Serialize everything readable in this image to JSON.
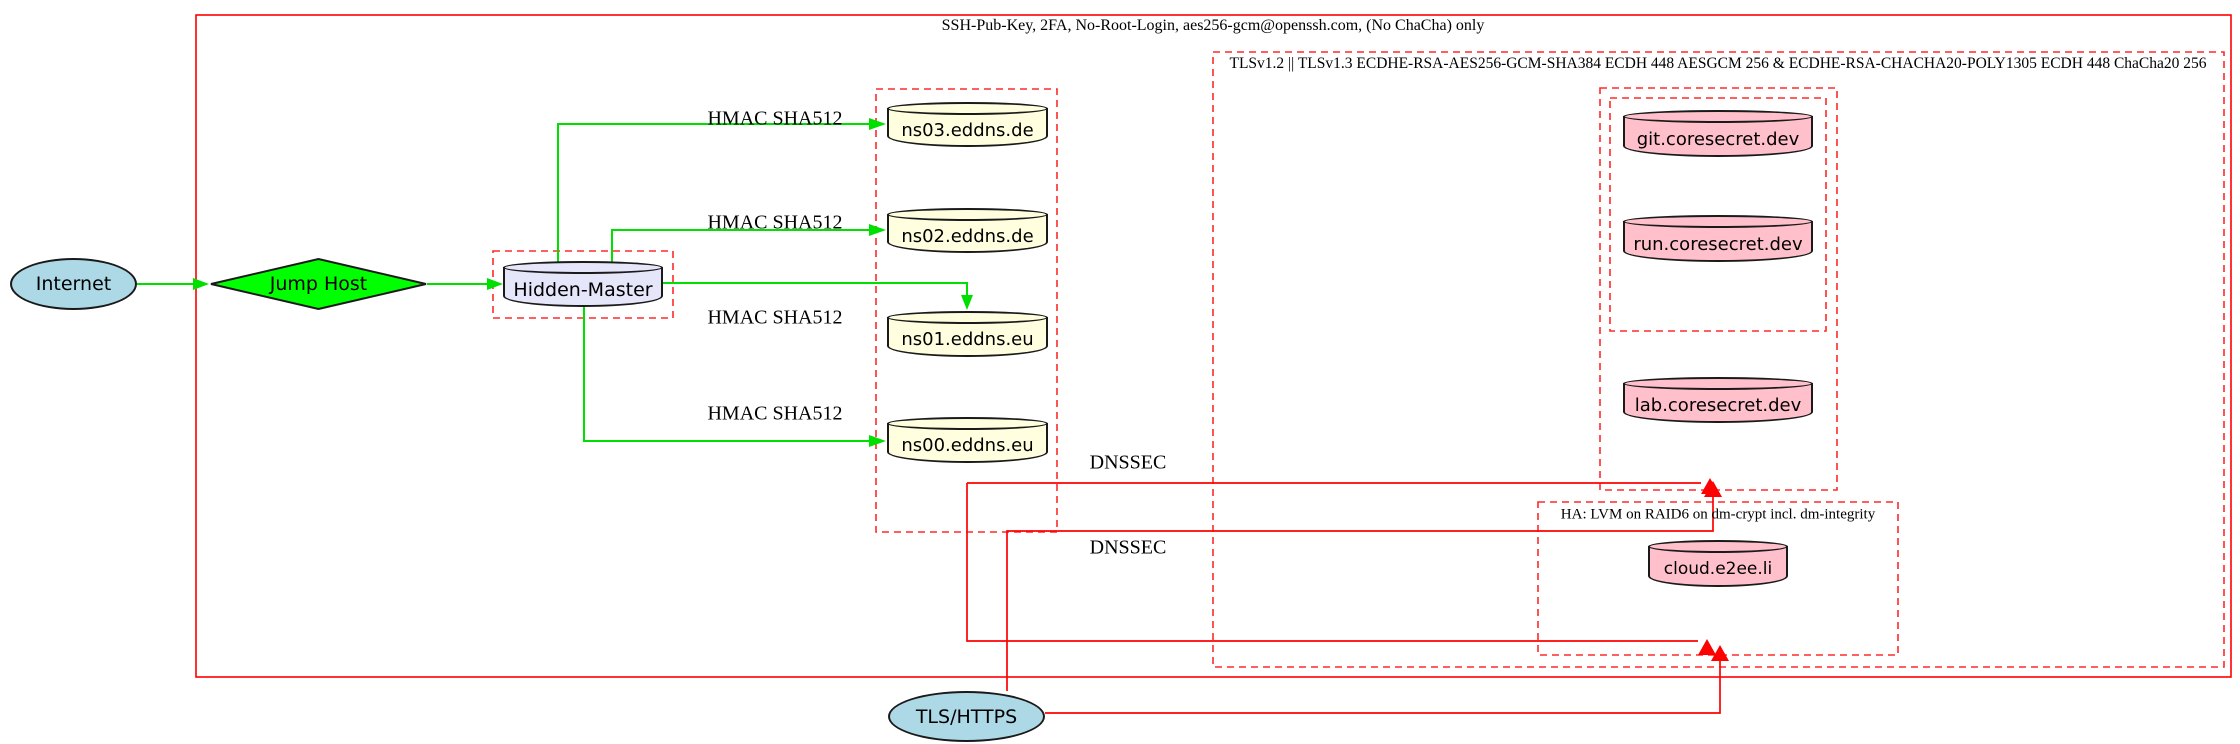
{
  "diagram_type": "network-security-topology",
  "colors": {
    "edge_secure_green": "#00ff00",
    "edge_tls_red": "#ff0000",
    "cluster_border_red": "#ff2a2a",
    "node_internet_fill": "#add8e6",
    "node_jumphost_fill": "#00ff00",
    "node_hidden_master_fill": "#e6e6fa",
    "node_dns_fill": "#ffffe0",
    "node_server_fill": "#ffc0cb",
    "background": "#ffffff"
  },
  "clusters": {
    "ssh": {
      "label": "SSH-Pub-Key, 2FA, No-Root-Login, aes256-gcm@openssh.com, (No ChaCha) only"
    },
    "tls": {
      "label": "TLSv1.2 || TLSv1.3 ECDHE-RSA-AES256-GCM-SHA384 ECDH 448 AESGCM 256 & ECDHE-RSA-CHACHA20-POLY1305 ECDH 448 ChaCha20 256"
    },
    "ha": {
      "label": "HA: LVM on RAID6 on dm-crypt incl. dm-integrity"
    }
  },
  "nodes": {
    "internet": {
      "label": "Internet",
      "shape": "ellipse",
      "fill": "#add8e6"
    },
    "jump_host": {
      "label": "Jump Host",
      "shape": "diamond",
      "fill": "#00ff00"
    },
    "hidden_master": {
      "label": "Hidden-Master",
      "shape": "cylinder",
      "fill": "#e6e6fa"
    },
    "ns03": {
      "label": "ns03.eddns.de",
      "shape": "cylinder",
      "fill": "#ffffe0"
    },
    "ns02": {
      "label": "ns02.eddns.de",
      "shape": "cylinder",
      "fill": "#ffffe0"
    },
    "ns01": {
      "label": "ns01.eddns.eu",
      "shape": "cylinder",
      "fill": "#ffffe0"
    },
    "ns00": {
      "label": "ns00.eddns.eu",
      "shape": "cylinder",
      "fill": "#ffffe0"
    },
    "git": {
      "label": "git.coresecret.dev",
      "shape": "cylinder",
      "fill": "#ffc0cb"
    },
    "run": {
      "label": "run.coresecret.dev",
      "shape": "cylinder",
      "fill": "#ffc0cb"
    },
    "lab": {
      "label": "lab.coresecret.dev",
      "shape": "cylinder",
      "fill": "#ffc0cb"
    },
    "cloud": {
      "label": "cloud.e2ee.li",
      "shape": "cylinder",
      "fill": "#ffc0cb"
    },
    "tls_https": {
      "label": "TLS/HTTPS",
      "shape": "ellipse",
      "fill": "#add8e6"
    }
  },
  "edge_labels": {
    "hmac_ns03": "HMAC SHA512",
    "hmac_ns02": "HMAC SHA512",
    "hmac_ns01": "HMAC SHA512",
    "hmac_ns00": "HMAC SHA512",
    "dnssec_1": "DNSSEC",
    "dnssec_2": "DNSSEC"
  }
}
